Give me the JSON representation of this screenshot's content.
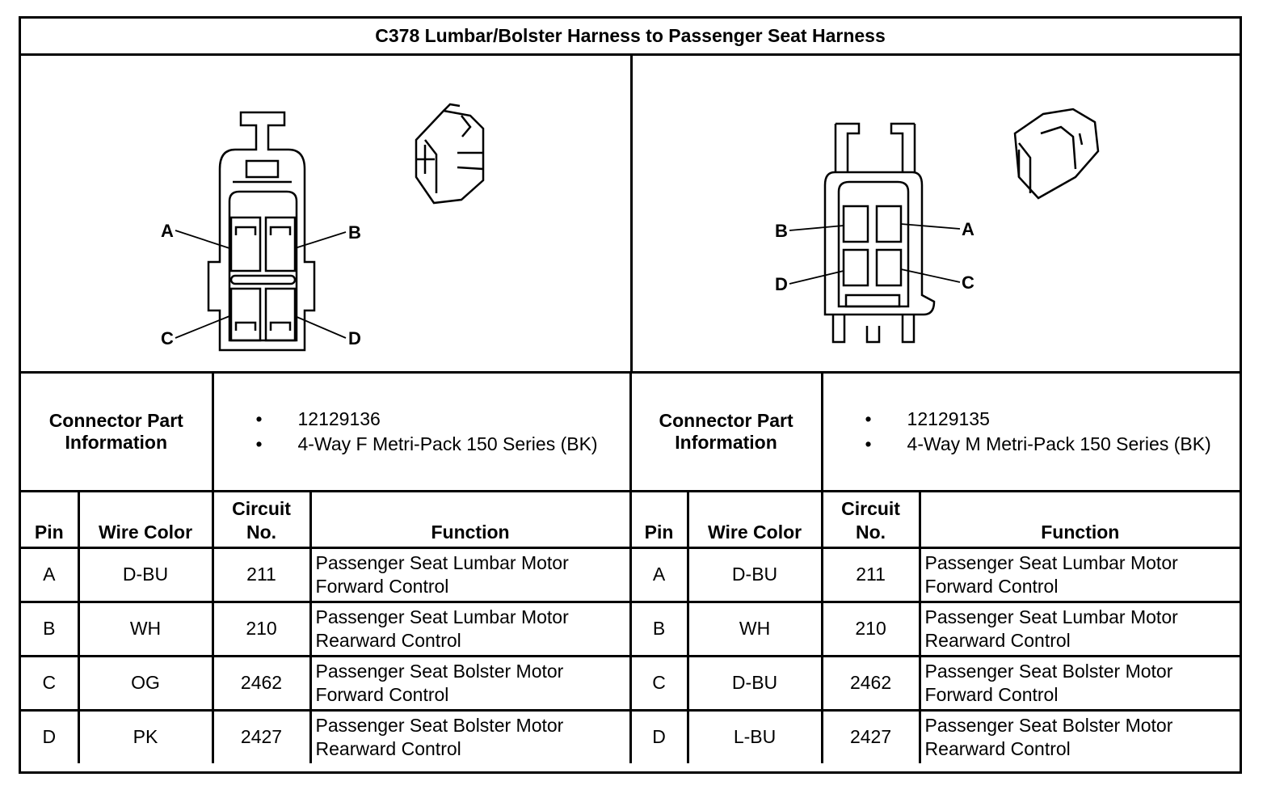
{
  "title": "C378 Lumbar/Bolster Harness to Passenger Seat Harness",
  "connectors": [
    {
      "info_label": "Connector Part Information",
      "part_info": [
        "12129136",
        "4-Way F Metri-Pack 150 Series (BK)"
      ],
      "diagram_pins": [
        "A",
        "B",
        "C",
        "D"
      ],
      "headers": {
        "pin": "Pin",
        "wire_color": "Wire Color",
        "circuit": "Circuit No.",
        "function": "Function"
      },
      "rows": [
        {
          "pin": "A",
          "wire_color": "D-BU",
          "circuit": "211",
          "function": "Passenger Seat Lumbar Motor Forward Control"
        },
        {
          "pin": "B",
          "wire_color": "WH",
          "circuit": "210",
          "function": "Passenger Seat Lumbar Motor Rearward Control"
        },
        {
          "pin": "C",
          "wire_color": "OG",
          "circuit": "2462",
          "function": "Passenger Seat Bolster Motor Forward Control"
        },
        {
          "pin": "D",
          "wire_color": "PK",
          "circuit": "2427",
          "function": "Passenger Seat Bolster Motor Rearward Control"
        }
      ]
    },
    {
      "info_label": "Connector Part Information",
      "part_info": [
        "12129135",
        "4-Way M Metri-Pack 150 Series (BK)"
      ],
      "diagram_pins": [
        "B",
        "A",
        "D",
        "C"
      ],
      "headers": {
        "pin": "Pin",
        "wire_color": "Wire Color",
        "circuit": "Circuit No.",
        "function": "Function"
      },
      "rows": [
        {
          "pin": "A",
          "wire_color": "D-BU",
          "circuit": "211",
          "function": "Passenger Seat Lumbar Motor Forward Control"
        },
        {
          "pin": "B",
          "wire_color": "WH",
          "circuit": "210",
          "function": "Passenger Seat Lumbar Motor Rearward Control"
        },
        {
          "pin": "C",
          "wire_color": "D-BU",
          "circuit": "2462",
          "function": "Passenger Seat Bolster Motor Forward Control"
        },
        {
          "pin": "D",
          "wire_color": "L-BU",
          "circuit": "2427",
          "function": "Passenger Seat Bolster Motor Rearward Control"
        }
      ]
    }
  ]
}
